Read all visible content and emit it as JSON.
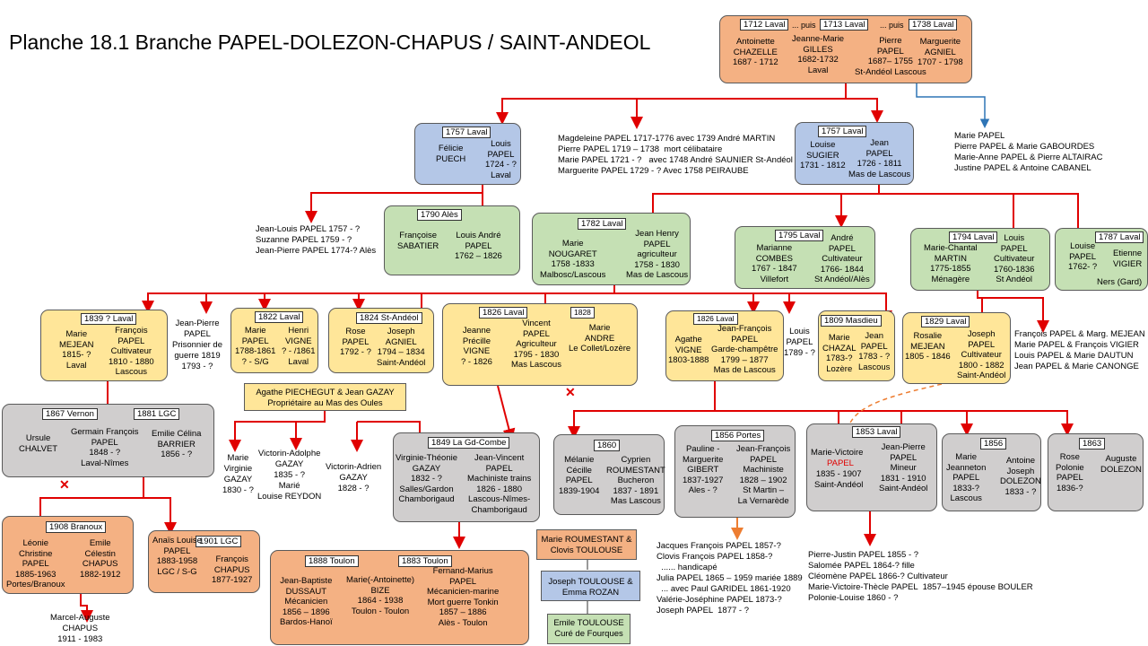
{
  "title": "Planche 18.1 Branche PAPEL-DOLEZON-CHAPUS  / SAINT-ANDEOL",
  "colors": {
    "line_red": "#e00000",
    "line_blue": "#2e75b6",
    "line_orange": "#ed7d31"
  },
  "top": {
    "tag1": "1712  Laval",
    "puis1": "... puis",
    "tag2": "1713  Laval",
    "puis2": "... puis",
    "tag3": "1738  Laval",
    "p1": "Antoinette\nCHAZELLE\n1687 - 1712",
    "p2": "Jeanne-Marie\nGILLES\n1682-1732\nLaval",
    "p3": "Pierre\nPAPEL\n1687– 1755\nSt-Andéol Lascous",
    "p4": "Marguerite\nAGNIEL\n1707 - 1798"
  },
  "notes": {
    "marie_papel": "Marie PAPEL\nPierre PAPEL & Marie GABOURDES\nMarie-Anne PAPEL & Pierre ALTAIRAC\nJustine PAPEL & Antoine CABANEL",
    "magdeleine": "Magdeleine PAPEL 1717-1776 avec 1739 André MARTIN\nPierre PAPEL 1719 – 1738  mort célibataire\nMarie PAPEL 1721 - ?   avec 1748 André SAUNIER St-Andéol\nMarguerite PAPEL 1729 - ? Avec 1758 PEIRAUBE",
    "jean_louis": "Jean-Louis PAPEL 1757 - ?\nSuzanne PAPEL 1759 - ?\nJean-Pierre PAPEL 1774-? Alès",
    "francois_mejean": "François PAPEL & Marg. MEJEAN\nMarie PAPEL & François VIGIER\nLouis PAPEL & Marie DAUTUN\nJean PAPEL & Marie CANONGE",
    "jean_pierre_pris": "Jean-Pierre\nPAPEL\nPrisonnier de\nguerre 1819\n1793 - ?",
    "louis_1789": "Louis\nPAPEL\n1789 - ?",
    "marie_virginie": "Marie\nVirginie\nGAZAY\n1830 - ?",
    "victorin_adolphe": "Victorin-Adolphe\nGAZAY\n1835 - ?\nMarié\nLouise REYDON",
    "victorin_adrien": "Victorin-Adrien\nGAZAY\n1828 - ?",
    "marcel": "Marcel-Auguste\nCHAPUS\n1911 - 1983",
    "jacques": "Jacques François PAPEL 1857-?\nClovis François PAPEL 1858-?\n  ...... handicapé\nJulia PAPEL 1865 – 1959 mariée 1889\n  ... avec Paul GARIDEL 1861-1920\nValérie-Joséphine PAPEL 1873-?\nJoseph PAPEL  1877 - ?",
    "pierre_justin": "Pierre-Justin PAPEL 1855 - ?\nSalomée PAPEL 1864-? fille\nCléomène PAPEL 1866-? Cultivateur\nMarie-Victoire-Thècle PAPEL  1857–1945 épouse BOULER\nPolonie-Louise 1860 - ?"
  },
  "b1757a": {
    "tag": "1757 Laval",
    "p1": "Félicie\nPUECH",
    "p2": "Louis\nPAPEL\n1724 - ?\nLaval"
  },
  "b1757b": {
    "tag": "1757 Laval",
    "p1": "Louise\nSUGIER\n1731 - 1812",
    "p2": "Jean\nPAPEL\n1726 - 1811\nMas de Lascous"
  },
  "b1790": {
    "tag": "1790 Alès",
    "p1": "Françoise\nSABATIER",
    "p2": "Louis André\nPAPEL\n1762 – 1826"
  },
  "b1782": {
    "tag": "1782 Laval",
    "p1": "Marie\nNOUGARET\n1758 -1833\nMalbosc/Lascous",
    "p2": "Jean Henry\nPAPEL\nagriculteur\n1758 - 1830\nMas de Lascous"
  },
  "b1795": {
    "tag": "1795 Laval",
    "p1": "Marianne\nCOMBES\n1767 - 1847\nVillefort",
    "p2": "André\nPAPEL\nCultivateur\n1766- 1844\nSt Andéol/Alès"
  },
  "b1794": {
    "tag": "1794 Laval",
    "p1": "Marie-Chantal\nMARTIN\n1775-1855\nMénagère",
    "p2": "Louis\nPAPEL\nCultivateur\n1760-1836\nSt Andéol"
  },
  "b1787": {
    "tag": "1787 Laval",
    "p1": "Louise\nPAPEL\n1762- ?",
    "p2": "Etienne\nVIGIER",
    "p3": "Ners (Gard)"
  },
  "b1839": {
    "tag": "1839 ? Laval",
    "p1": "Marie\nMEJEAN\n1815- ?\nLaval",
    "p2": "François\nPAPEL\nCultivateur\n1810 - 1880\nLascous"
  },
  "b1822": {
    "tag": "1822 Laval",
    "p1": "Marie\nPAPEL\n1788-1861\n? - S/G",
    "p2": "Henri\nVIGNE\n? - /1861\nLaval"
  },
  "b1824": {
    "tag": "1824 St-Andéol",
    "p1": "Rose\nPAPEL\n1792 - ?",
    "p2": "Joseph\nAGNIEL\n1794 – 1834\nSaint-Andéol"
  },
  "b1826a": {
    "tag": "1826 Laval",
    "tag2": "1828",
    "p1": "Jeanne\nPrécille\nVIGNE\n? - 1826",
    "p2": "Vincent\nPAPEL\nAgriculteur\n1795 - 1830\nMas Lascous",
    "p3": "Marie\nANDRE\nLe Collet/Lozère"
  },
  "b1826b": {
    "tag": "1826 Laval",
    "p1": "Agathe\nVIGNE\n1803-1888",
    "p2": "Jean-François\nPAPEL\nGarde-champêtre\n1799 – 1877\nMas de Lascous"
  },
  "b1809": {
    "tag": "1809 Masdieu",
    "p1": "Marie\nCHAZAL\n1783-?\nLozère",
    "p2": "Jean\nPAPEL\n1783 - ?\nLascous"
  },
  "b1829": {
    "tag": "1829 Laval",
    "p1": "Rosalie\nMEJEAN\n1805 - 1846",
    "p2": "Joseph\nPAPEL\nCultivateur\n1800 - 1882\nSaint-Andéol"
  },
  "agathe": "Agathe PIECHEGUT & Jean GAZAY\nPropriétaire au Mas des Oules",
  "b1867": {
    "tag1": "1867 Vernon",
    "tag2": "1881 LGC",
    "p1": "Ursule\nCHALVET",
    "p2": "Germain François\nPAPEL\n1848 - ?\nLaval-Nîmes",
    "p3": "Emilie Célina\nBARRIER\n1856 - ?"
  },
  "b1849": {
    "tag": "1849 La Gd-Combe",
    "p1": "Virginie-Théonie\nGAZAY\n1832 - ?\nSalles/Gardon\nChamborigaud",
    "p2": "Jean-Vincent\nPAPEL\nMachiniste trains\n1826 - 1880\nLascous-Nîmes-\nChamborigaud"
  },
  "b1860": {
    "tag": "1860",
    "p1": "Mélanie\nCécille\nPAPEL\n1839-1904",
    "p2": "Cyprien\nROUMESTANT\nBucheron\n1837 - 1891\nMas Lascous"
  },
  "b1856a": {
    "tag": "1856 Portes",
    "p1": "Pauline -\nMarguerite\nGIBERT\n1837-1927\nAles - ?",
    "p2": "Jean-François\nPAPEL\nMachiniste\n1828 – 1902\nSt Martin –\nLa Vernarède"
  },
  "b1853": {
    "tag": "1853 Laval",
    "p1a": "Marie-Victoire",
    "p1b": "PAPEL",
    "p1c": "1835 - 1907\nSaint-Andéol",
    "p2": "Jean-Pierre\nPAPEL\nMineur\n1831 - 1910\nSaint-Andéol"
  },
  "b1856b": {
    "tag": "1856",
    "p1": "Marie\nJeanneton\nPAPEL\n1833-?\nLascous",
    "p2": "Antoine\nJoseph\nDOLEZON\n1833 - ?"
  },
  "b1863": {
    "tag": "1863",
    "p1": "Rose\nPolonie\nPAPEL\n1836-?",
    "p2": "Auguste\nDOLEZON"
  },
  "b1908": {
    "tag": "1908 Branoux",
    "p1": "Léonie\nChristine\nPAPEL\n1885-1963\nPortes/Branoux",
    "p2": "Emile\nCélestin\nCHAPUS\n1882-1912"
  },
  "b1901": {
    "tag": "1901 LGC",
    "p1": "Anaïs Louise\nPAPEL\n1883-1958\nLGC / S-G",
    "p2": "François\nCHAPUS\n1877-1927"
  },
  "b1888": {
    "tag1": "1888 Toulon",
    "tag2": "1883 Toulon",
    "p1": "Jean-Baptiste\nDUSSAUT\nMécanicien\n1856 – 1896\nBardos-Hanoï",
    "p2": "Marie(-Antoinette)\nBIZE\n1864 - 1938\nToulon - Toulon",
    "p3": "Fernand-Marius\nPAPEL\nMécanicien-marine\nMort guerre Tonkin\n1857 – 1886\nAlès - Toulon"
  },
  "roumestant": "Marie ROUMESTANT &\nClovis TOULOUSE",
  "joseph_toulouse": "Joseph TOULOUSE &\nEmma ROZAN",
  "emile_toulouse": "Emile TOULOUSE\nCuré de Fourques"
}
